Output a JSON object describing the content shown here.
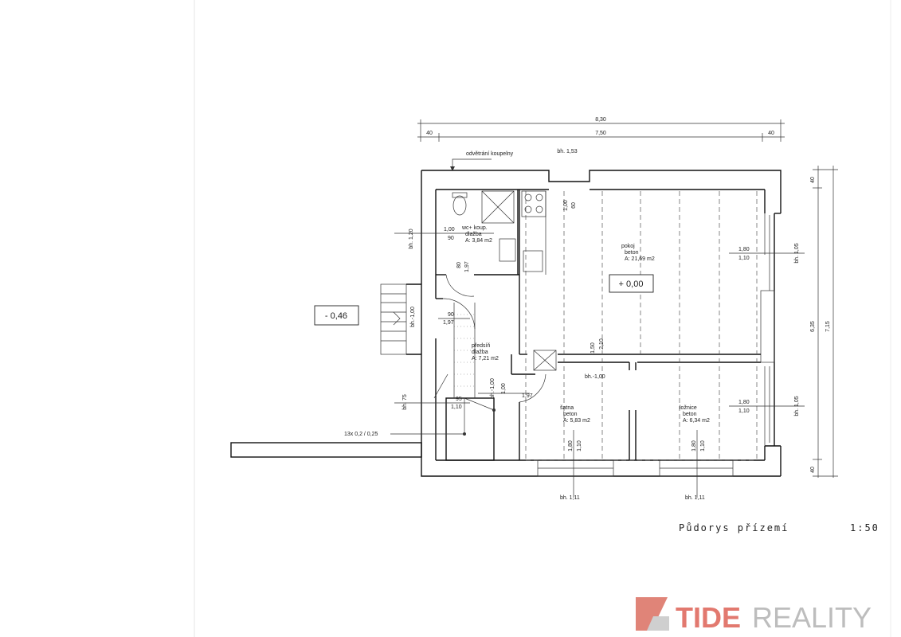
{
  "plan": {
    "title": "Půdorys přízemí",
    "scale": "1:50",
    "ventilation_note": "odvětrání koupelny",
    "stair_note": "13x 0,2 / 0,25",
    "levels": {
      "outside": "- 0,46",
      "floor": "+ 0,00"
    },
    "dims_top": {
      "overall": "8,30",
      "inner": "7,50",
      "left": "40",
      "right": "40"
    },
    "dims_right": {
      "overall": "7,15",
      "inner": "6,35",
      "top": "40",
      "bottom": "40"
    },
    "bh_top": "bh. 1,53",
    "rooms": {
      "wc": {
        "name": "wc+ koup.",
        "floor": "dlažba",
        "area": "A: 3,84 m2"
      },
      "pokoj": {
        "name": "pokoj",
        "floor": "beton",
        "area": "A: 21,69 m2"
      },
      "predsin": {
        "name": "předsíň",
        "floor": "dlažba",
        "area": "A: 7,21 m2"
      },
      "satna": {
        "name": "šatna",
        "floor": "beton",
        "area": "A: 5,83 m2"
      },
      "loznice": {
        "name": "ložnice",
        "floor": "beton",
        "area": "A: 6,34 m2"
      }
    },
    "labels": {
      "bh120": "bh. 1,20",
      "w100": "1,00",
      "w90": "90",
      "bh_m100": "bh.-1,00",
      "d90": "90",
      "d197a": "1,97",
      "d80": "80",
      "d197b": "1,97",
      "bh75": "bh. 75",
      "w95": "95",
      "w110": "1,10",
      "bh_m100b": "bh.-1,00",
      "d100c": "1,00",
      "d197c": "1,97",
      "k100": "1,00",
      "k60": "60",
      "p150": "1,50",
      "p210": "2,10",
      "bh_m100c": "bh.-1,00",
      "w180a": "1,80",
      "w110a": "1,10",
      "bh105a": "bh. 1,05",
      "w180b": "1,80",
      "w110b": "1,10",
      "bh105b": "bh. 1,05",
      "s180": "1,80",
      "s110": "1,10",
      "bh111a": "bh. 1,11",
      "l180": "1,80",
      "l110": "1,10",
      "bh111b": "bh. 1,11"
    }
  },
  "brand": {
    "part1": "TIDE",
    "part2": "REALITY"
  }
}
